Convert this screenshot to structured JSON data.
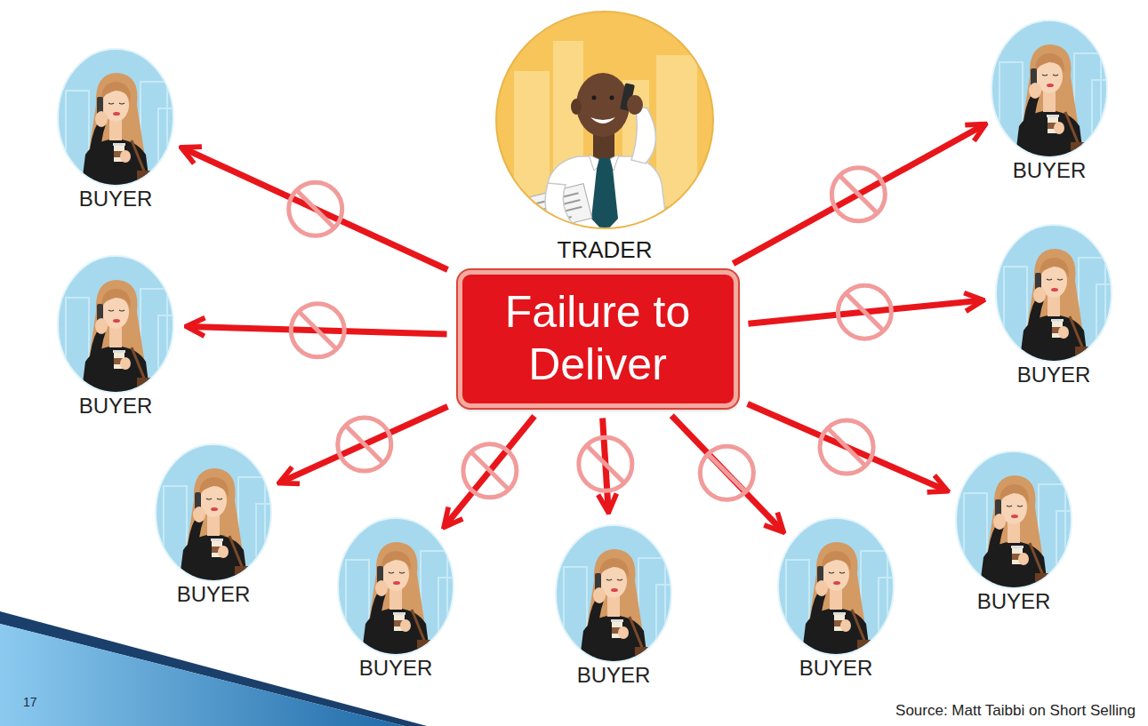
{
  "diagram": {
    "nodes": [
      {
        "text": [
          "TRADER"
        ]
      },
      {
        "text": [
          "Failure to Deliver"
        ]
      },
      {
        "text": [
          "BUYER"
        ]
      },
      {
        "text": [
          "BUYER"
        ]
      },
      {
        "text": [
          "BUYER"
        ]
      },
      {
        "text": [
          "BUYER"
        ]
      },
      {
        "text": [
          "BUYER"
        ]
      },
      {
        "text": [
          "BUYER"
        ]
      },
      {
        "text": [
          "BUYER"
        ]
      },
      {
        "text": [
          "BUYER"
        ]
      },
      {
        "text": [
          "BUYER"
        ]
      }
    ],
    "edges": [
      {
        "from": 1,
        "to": 2,
        "arrow": "to"
      },
      {
        "from": 1,
        "to": 3,
        "arrow": "to"
      },
      {
        "from": 1,
        "to": 4,
        "arrow": "to"
      },
      {
        "from": 1,
        "to": 5,
        "arrow": "to"
      },
      {
        "from": 1,
        "to": 6,
        "arrow": "to"
      },
      {
        "from": 1,
        "to": 7,
        "arrow": "to"
      },
      {
        "from": 1,
        "to": 8,
        "arrow": "to"
      },
      {
        "from": 1,
        "to": 9,
        "arrow": "to"
      },
      {
        "from": 1,
        "to": 10,
        "arrow": "to"
      }
    ],
    "labels": [
      "17",
      "Source: Matt Taibbi on Short Selling"
    ]
  }
}
